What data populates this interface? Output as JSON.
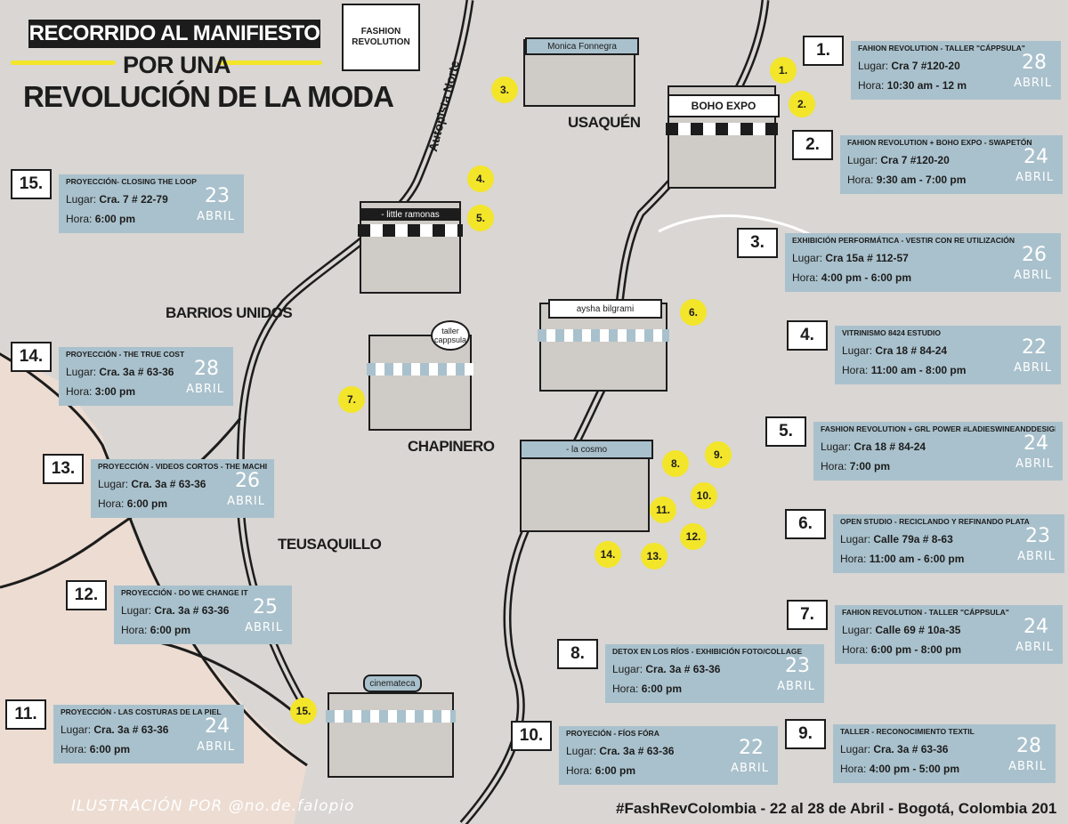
{
  "title": {
    "line1": "RECORRIDO AL MANIFIESTO",
    "line2": "POR UNA",
    "line3": "REVOLUCIÓN DE LA MODA"
  },
  "logo": {
    "line1": "FASHION",
    "line2": "REVOLUTION"
  },
  "districts": {
    "usaquen": "USAQUÉN",
    "barrios_unidos": "BARRIOS UNIDOS",
    "chapinero": "CHAPINERO",
    "teusaquillo": "TEUSAQUILLO"
  },
  "road": "Autopista Norte",
  "shops": {
    "monica": "Monica Fonnegra",
    "boho": "BOHO EXPO",
    "ramonas": "- little ramonas",
    "aysha": "aysha bilgrami",
    "taller": "taller cappsula",
    "cosmo": "- la cosmo",
    "cinemateca": "cinemateca"
  },
  "events": [
    {
      "num": "1.",
      "name": "FAHION REVOLUTION - TALLER \"CÁPPSULA\"",
      "place_label": "Lugar:",
      "place": "Cra 7 #120-20",
      "time_label": "Hora:",
      "time": "10:30 am - 12 m",
      "day": "28",
      "month": "ABRIL"
    },
    {
      "num": "2.",
      "name": "FAHION REVOLUTION + BOHO EXPO - SWAPETÓN",
      "place_label": "Lugar:",
      "place": "Cra 7 #120-20",
      "time_label": "Hora:",
      "time": "9:30 am - 7:00 pm",
      "day": "24",
      "month": "ABRIL"
    },
    {
      "num": "3.",
      "name": "EXHIBICIÓN PERFORMÁTICA - VESTIR CON RE UTILIZACIÓN",
      "place_label": "Lugar:",
      "place": "Cra 15a # 112-57",
      "time_label": "Hora:",
      "time": "4:00 pm - 6:00 pm",
      "day": "26",
      "month": "ABRIL"
    },
    {
      "num": "4.",
      "name": "VITRINISMO 8424 ESTUDIO",
      "place_label": "Lugar:",
      "place": "Cra 18 # 84-24",
      "time_label": "Hora:",
      "time": "11:00 am - 8:00 pm",
      "day": "22",
      "month": "ABRIL"
    },
    {
      "num": "5.",
      "name": "FASHION REVOLUTION + GRL POWER #LadiesWINEandDESIGN",
      "place_label": "Lugar:",
      "place": "Cra 18 # 84-24",
      "time_label": "Hora:",
      "time": "7:00 pm",
      "day": "24",
      "month": "ABRIL"
    },
    {
      "num": "6.",
      "name": "OPEN STUDIO - RECICLANDO Y REFINANDO PLATA",
      "place_label": "Lugar:",
      "place": "Calle 79a # 8-63",
      "time_label": "Hora:",
      "time": "11:00 am - 6:00 pm",
      "day": "23",
      "month": "ABRIL"
    },
    {
      "num": "7.",
      "name": "FAHION REVOLUTION - TALLER \"CÁPPSULA\"",
      "place_label": "Lugar:",
      "place": "Calle 69 # 10a-35",
      "time_label": "Hora:",
      "time": "6:00 pm - 8:00 pm",
      "day": "24",
      "month": "ABRIL"
    },
    {
      "num": "8.",
      "name": "DETOX EN LOS RÍOS - EXHIBICIÓN FOTO/COLLAGE",
      "place_label": "Lugar:",
      "place": "Cra. 3a # 63-36",
      "time_label": "Hora:",
      "time": "6:00 pm",
      "day": "23",
      "month": "ABRIL"
    },
    {
      "num": "9.",
      "name": "TALLER - RECONOCIMIENTO TEXTIL",
      "place_label": "Lugar:",
      "place": "Cra. 3a # 63-36",
      "time_label": "Hora:",
      "time": "4:00 pm - 5:00 pm",
      "day": "28",
      "month": "ABRIL"
    },
    {
      "num": "10.",
      "name": "PROYECIÓN - FÍOS FÓRA",
      "place_label": "Lugar:",
      "place": "Cra. 3a # 63-36",
      "time_label": "Hora:",
      "time": "6:00 pm",
      "day": "22",
      "month": "ABRIL"
    },
    {
      "num": "11.",
      "name": "PROYECCIÓN - LAS COSTURAS DE LA PIEL",
      "place_label": "Lugar:",
      "place": "Cra. 3a # 63-36",
      "time_label": "Hora:",
      "time": "6:00 pm",
      "day": "24",
      "month": "ABRIL"
    },
    {
      "num": "12.",
      "name": "PROYECCIÓN - DO WE CHANGE IT",
      "place_label": "Lugar:",
      "place": "Cra. 3a # 63-36",
      "time_label": "Hora:",
      "time": "6:00 pm",
      "day": "25",
      "month": "ABRIL"
    },
    {
      "num": "13.",
      "name": "PROYECCIÓN - VIDEOS CORTOS - THE MACHINES",
      "place_label": "Lugar:",
      "place": "Cra. 3a # 63-36",
      "time_label": "Hora:",
      "time": "6:00 pm",
      "day": "26",
      "month": "ABRIL"
    },
    {
      "num": "14.",
      "name": "PROYECCIÓN - THE TRUE COST",
      "place_label": "Lugar:",
      "place": "Cra. 3a # 63-36",
      "time_label": "Hora:",
      "time": "3:00 pm",
      "day": "28",
      "month": "ABRIL"
    },
    {
      "num": "15.",
      "name": "PROYECCIÓN- CLOSING THE LOOP",
      "place_label": "Lugar:",
      "place": "Cra. 7 # 22-79",
      "time_label": "Hora:",
      "time": "6:00 pm",
      "day": "23",
      "month": "ABRIL"
    }
  ],
  "markers": [
    "1.",
    "2.",
    "3.",
    "4.",
    "5.",
    "6.",
    "7.",
    "8.",
    "9.",
    "10.",
    "11.",
    "12.",
    "13.",
    "14.",
    "15."
  ],
  "footer": {
    "credit": "ILUSTRACIÓN POR @no.de.falopio",
    "hashtag": "#FashRevColombia - 22 al 28 de Abril - Bogotá, Colombia 201"
  }
}
